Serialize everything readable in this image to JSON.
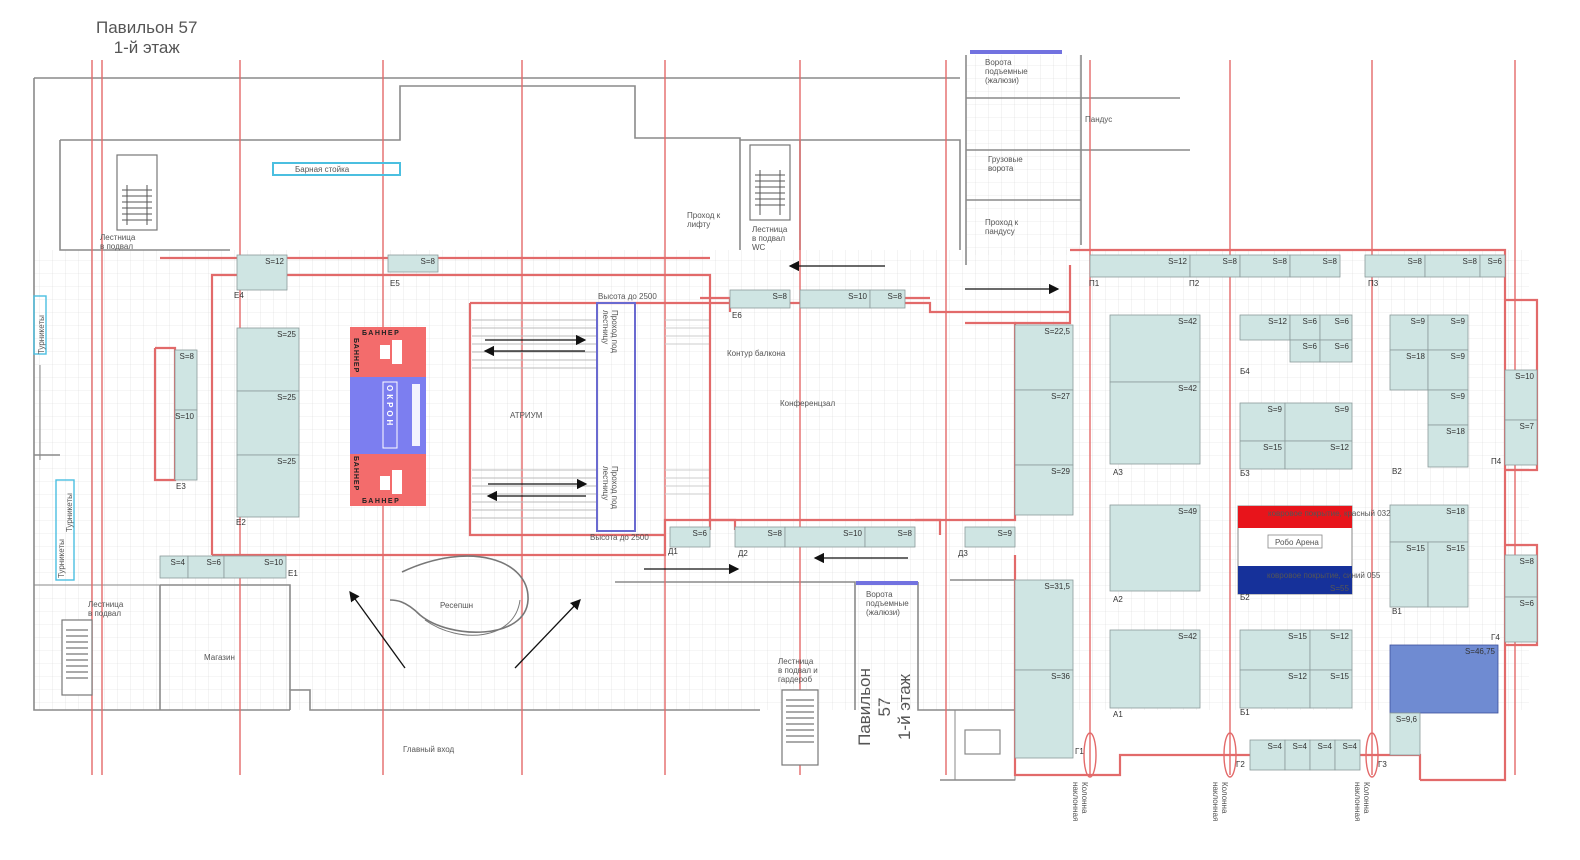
{
  "title": {
    "line1": "Павильон  57",
    "line2": "1-й  этаж"
  },
  "vertical_title": {
    "line1": "Павильон  57",
    "line2": "1-й  этаж"
  },
  "labels": {
    "bar": "Барная стойка",
    "stairs_basement_left": "Лестница\nв подвал",
    "stairs_basement_lower_left": "Лестница\nв подвал",
    "stairs_basement_wc": "Лестница\nв подвал\nWC",
    "stairs_wardrobe": "Лестница\nв подвал и\nгардероб",
    "lift_pass": "Проход к\nлифту",
    "ramp_pass": "Проход к\nпандусу",
    "ramp": "Пандус",
    "freight_gate": "Грузовые\nворота",
    "gate_top": "Ворота\nподъемные\n(жалюзи)",
    "gate_bottom": "Ворота\nподъемные\n(жалюзи)",
    "turnstiles_top": "Турникеты",
    "turnstiles_bottom_1": "Турникеты",
    "turnstiles_bottom_2": "Турникеты",
    "height_top": "Высота до 2500",
    "height_bottom": "Высота до 2500",
    "balcony": "Контур балкона",
    "atrium": "АТРИУМ",
    "conference": "Конференцзал",
    "reception": "Ресепшн",
    "shop": "Магазин",
    "main_entrance": "Главный вход",
    "stair_pass_1": "Проход под\nлестницу",
    "stair_pass_2": "Проход под\nлестницу",
    "column_inclined_1": "Колонна\nнаклонная",
    "column_inclined_2": "Колонна\nнаклонная",
    "column_inclined_3": "Колонна\nнаклонная",
    "robo_arena": "Робо Арена",
    "carpet_red": "ковровое покрытие, красный 032",
    "carpet_blue": "ковровое покрытие, синий 055",
    "robo_area": "S=55",
    "banner_top": "БАННЕР",
    "banner_bottom": "БАННЕР",
    "banner_side_top": "БАННЕР",
    "banner_side_bottom": "БАННЕР",
    "okron": "ОКРОН"
  },
  "zones": [
    "E1",
    "E2",
    "E3",
    "E4",
    "E5",
    "E6",
    "Д1",
    "Д2",
    "Д3",
    "П1",
    "П2",
    "П3",
    "П4",
    "A1",
    "A2",
    "A3",
    "Б1",
    "Б2",
    "Б3",
    "Б4",
    "В1",
    "В2",
    "Г1",
    "Г2",
    "Г3",
    "Г4"
  ],
  "booths": [
    {
      "id": "b1",
      "label": "S=12"
    },
    {
      "id": "b2",
      "label": "S=8"
    },
    {
      "id": "b3",
      "label": "S=8"
    },
    {
      "id": "b4",
      "label": "S=10"
    },
    {
      "id": "b5",
      "label": "S=8"
    },
    {
      "id": "b6",
      "label": "S=25"
    },
    {
      "id": "b7",
      "label": "S=25"
    },
    {
      "id": "b8",
      "label": "S=25"
    },
    {
      "id": "b9",
      "label": "S=8"
    },
    {
      "id": "b10",
      "label": "S=10"
    },
    {
      "id": "b11",
      "label": "S=4"
    },
    {
      "id": "b12",
      "label": "S=6"
    },
    {
      "id": "b13",
      "label": "S=10"
    },
    {
      "id": "b14",
      "label": "S=6"
    },
    {
      "id": "b15",
      "label": "S=8"
    },
    {
      "id": "b16",
      "label": "S=10"
    },
    {
      "id": "b17",
      "label": "S=8"
    },
    {
      "id": "b18",
      "label": "S=9"
    },
    {
      "id": "b19",
      "label": "S=22,5"
    },
    {
      "id": "b20",
      "label": "S=27"
    },
    {
      "id": "b21",
      "label": "S=29"
    },
    {
      "id": "b22",
      "label": "S=31,5"
    },
    {
      "id": "b23",
      "label": "S=36"
    },
    {
      "id": "b24",
      "label": "S=12"
    },
    {
      "id": "b25",
      "label": "S=8"
    },
    {
      "id": "b26",
      "label": "S=8"
    },
    {
      "id": "b27",
      "label": "S=8"
    },
    {
      "id": "b28",
      "label": "S=8"
    },
    {
      "id": "b29",
      "label": "S=8"
    },
    {
      "id": "b30",
      "label": "S=6"
    },
    {
      "id": "b31",
      "label": "S=42"
    },
    {
      "id": "b32",
      "label": "S=42"
    },
    {
      "id": "b33",
      "label": "S=49"
    },
    {
      "id": "b34",
      "label": "S=42"
    },
    {
      "id": "b35",
      "label": "S=12"
    },
    {
      "id": "b36",
      "label": "S=6"
    },
    {
      "id": "b37",
      "label": "S=6"
    },
    {
      "id": "b38",
      "label": "S=6"
    },
    {
      "id": "b39",
      "label": "S=6"
    },
    {
      "id": "b40",
      "label": "S=9"
    },
    {
      "id": "b41",
      "label": "S=9"
    },
    {
      "id": "b42",
      "label": "S=15"
    },
    {
      "id": "b43",
      "label": "S=12"
    },
    {
      "id": "b44",
      "label": "S=15"
    },
    {
      "id": "b45",
      "label": "S=12"
    },
    {
      "id": "b46",
      "label": "S=12"
    },
    {
      "id": "b47",
      "label": "S=15"
    },
    {
      "id": "b48",
      "label": "S=9"
    },
    {
      "id": "b49",
      "label": "S=9"
    },
    {
      "id": "b50",
      "label": "S=18"
    },
    {
      "id": "b51",
      "label": "S=9"
    },
    {
      "id": "b52",
      "label": "S=9"
    },
    {
      "id": "b53",
      "label": "S=18"
    },
    {
      "id": "b54",
      "label": "S=18"
    },
    {
      "id": "b55",
      "label": "S=15"
    },
    {
      "id": "b56",
      "label": "S=15"
    },
    {
      "id": "b57",
      "label": "S=46,75"
    },
    {
      "id": "b58",
      "label": "S=9,6"
    },
    {
      "id": "b59",
      "label": "S=4"
    },
    {
      "id": "b60",
      "label": "S=4"
    },
    {
      "id": "b61",
      "label": "S=4"
    },
    {
      "id": "b62",
      "label": "S=4"
    },
    {
      "id": "b63",
      "label": "S=10"
    },
    {
      "id": "b64",
      "label": "S=7"
    },
    {
      "id": "b65",
      "label": "S=8"
    },
    {
      "id": "b66",
      "label": "S=6"
    }
  ],
  "colors": {
    "booth": "#cfe5e3",
    "booth_blue": "#6f8bd2",
    "outline": "#e26a6a",
    "carpet_red": "#e8141b",
    "carpet_blue": "#16319a",
    "banner_red": "#f36c6c",
    "banner_blue": "#7c7ef0",
    "bar": "#4bbfe0"
  }
}
